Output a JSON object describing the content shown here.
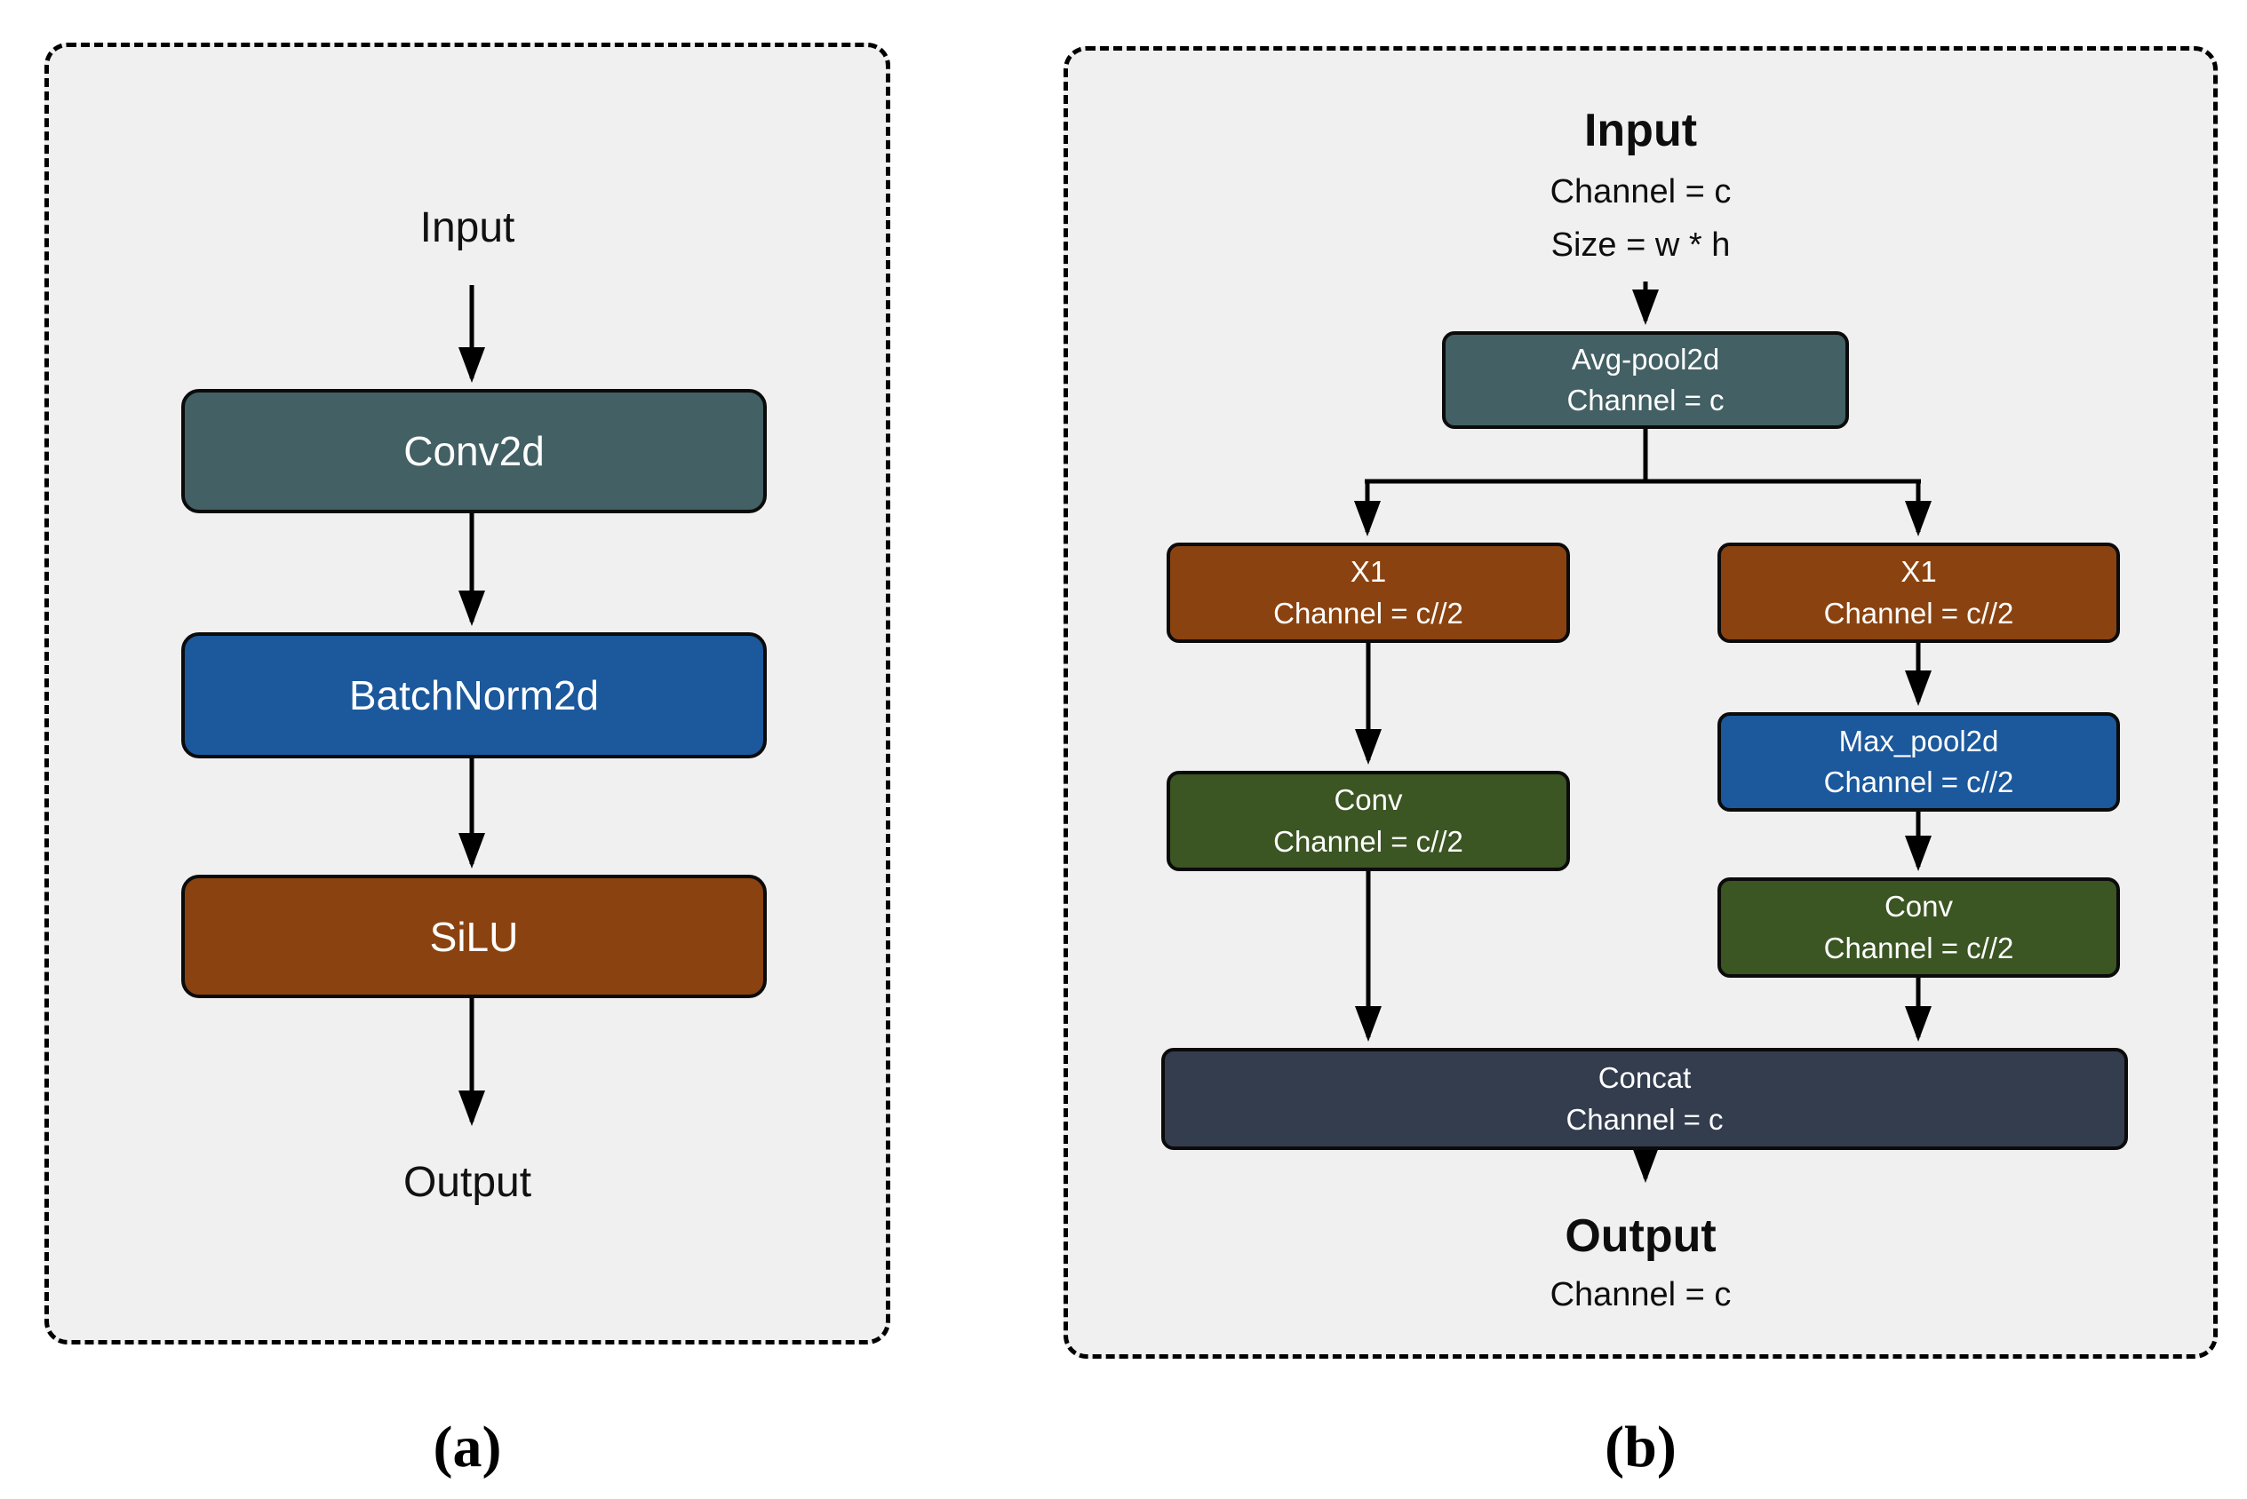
{
  "figure": {
    "background": "#ffffff",
    "panel_background": "#f0f0f0",
    "border_color": "#000000",
    "arrow_color": "#000000"
  },
  "colors": {
    "teal": "#436064",
    "blue": "#1b589c",
    "brown": "#8a4310",
    "green": "#3b5523",
    "navy": "#333d4e"
  },
  "panel_a": {
    "caption": "(a)",
    "input_label": "Input",
    "output_label": "Output",
    "nodes": [
      {
        "label": "Conv2d",
        "color": "#436064"
      },
      {
        "label": "BatchNorm2d",
        "color": "#1b589c"
      },
      {
        "label": "SiLU",
        "color": "#8a4310"
      }
    ]
  },
  "panel_b": {
    "caption": "(b)",
    "input_title": "Input",
    "input_line1": "Channel = c",
    "input_line2": "Size = w * h",
    "output_title": "Output",
    "output_line1": "Channel = c",
    "nodes": {
      "avgpool": {
        "line1": "Avg-pool2d",
        "line2": "Channel = c",
        "color": "#436064"
      },
      "x1_left": {
        "line1": "X1",
        "line2": "Channel = c//2",
        "color": "#8a4310"
      },
      "x1_right": {
        "line1": "X1",
        "line2": "Channel = c//2",
        "color": "#8a4310"
      },
      "conv_left": {
        "line1": "Conv",
        "line2": "Channel = c//2",
        "color": "#3b5523"
      },
      "maxpool": {
        "line1": "Max_pool2d",
        "line2": "Channel = c//2",
        "color": "#1b589c"
      },
      "conv_right": {
        "line1": "Conv",
        "line2": "Channel = c//2",
        "color": "#3b5523"
      },
      "concat": {
        "line1": "Concat",
        "line2": "Channel = c",
        "color": "#333d4e"
      }
    }
  }
}
